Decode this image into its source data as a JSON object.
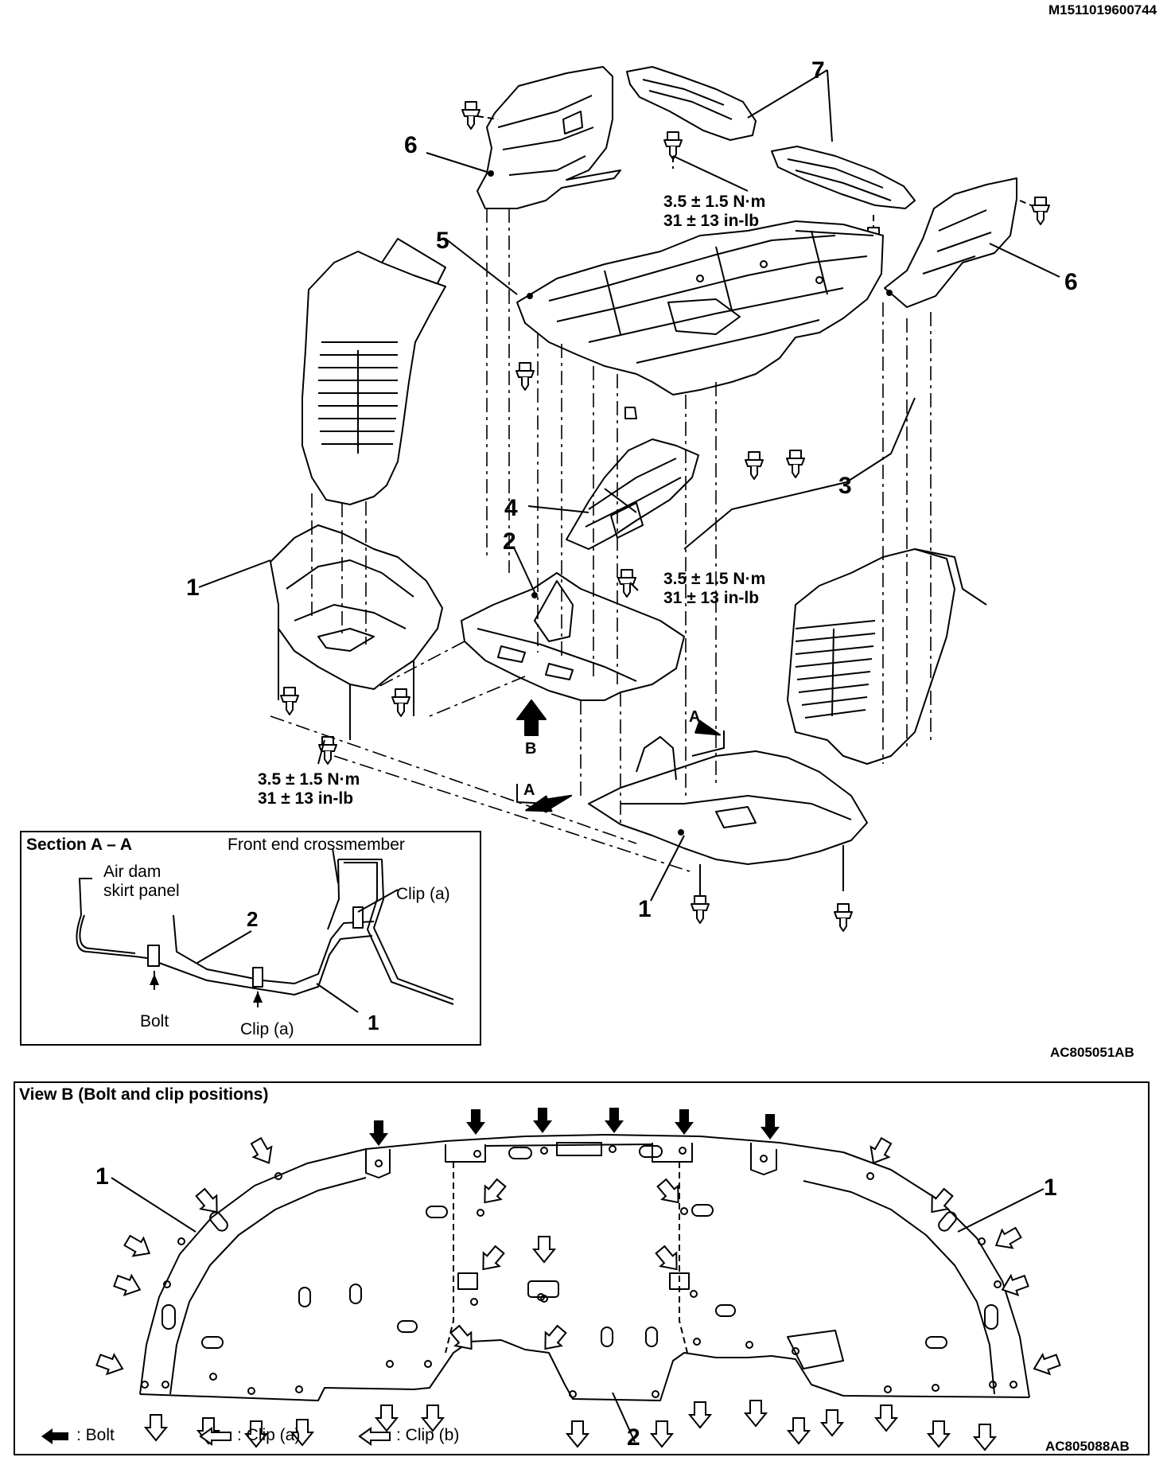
{
  "header": {
    "doc_id": "M1511019600744"
  },
  "exploded_view": {
    "parts": [
      "1",
      "2",
      "3",
      "4",
      "5",
      "6",
      "7"
    ],
    "torque_line1": "3.5 ± 1.5 N·m",
    "torque_line2": "31 ± 13 in-lb",
    "view_b_label": "B",
    "section_letter": "A",
    "figure_id": "AC805051AB"
  },
  "section_aa": {
    "title": "Section A – A",
    "air_dam": "Air dam\nskirt panel",
    "front_crossmember": "Front end crossmember",
    "clip_a": "Clip (a)",
    "bolt": "Bolt",
    "part_1": "1",
    "part_2": "2"
  },
  "view_b": {
    "title": "View B (Bolt and clip positions)",
    "part_1": "1",
    "part_2": "2",
    "legend": {
      "bolt": ": Bolt",
      "clip_a": ": Clip (a)",
      "clip_b": ": Clip (b)"
    },
    "figure_id": "AC805088AB"
  }
}
